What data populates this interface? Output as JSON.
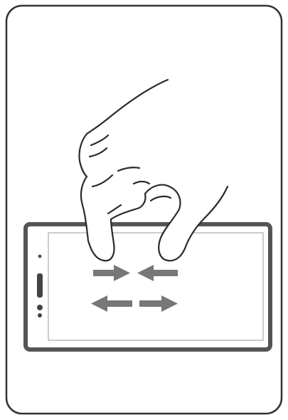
{
  "illustration": {
    "gesture_icon": "pinch-zoom-icon",
    "device_icon": "phone-landscape-icon",
    "hand_icon": "pinching-hand-icon",
    "arrows": [
      {
        "name": "pinch-in-arrow-right",
        "direction": "right",
        "row": "top"
      },
      {
        "name": "pinch-in-arrow-left",
        "direction": "left",
        "row": "top"
      },
      {
        "name": "spread-out-arrow-left",
        "direction": "left",
        "row": "bottom"
      },
      {
        "name": "spread-out-arrow-right",
        "direction": "right",
        "row": "bottom"
      }
    ]
  },
  "colors": {
    "outline": "#333333",
    "hand_stroke": "#2a2a2a",
    "arrow": "#777777",
    "phone_frame": "#555555",
    "screen_border": "#bbbbbb",
    "background": "#ffffff"
  }
}
